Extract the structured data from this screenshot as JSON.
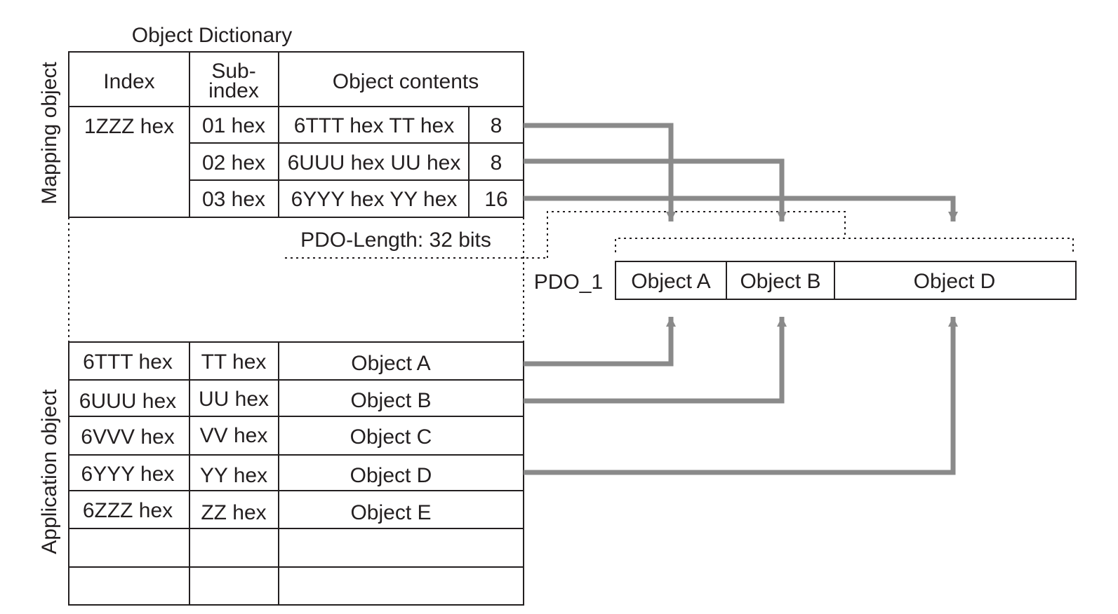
{
  "title": "Object Dictionary",
  "side_labels": {
    "mapping": "Mapping object",
    "application": "Application object"
  },
  "headers": {
    "index": "Index",
    "subindex_line1": "Sub-",
    "subindex_line2": "index",
    "contents": "Object contents"
  },
  "mapping": {
    "index": "1ZZZ hex",
    "rows": [
      {
        "sub": "01 hex",
        "content": "6TTT hex TT hex",
        "length": "8"
      },
      {
        "sub": "02 hex",
        "content": "6UUU hex UU hex",
        "length": "8"
      },
      {
        "sub": "03 hex",
        "content": "6YYY hex YY hex",
        "length": "16"
      }
    ]
  },
  "pdo_length": "PDO-Length: 32 bits",
  "application": {
    "rows": [
      {
        "index": "6TTT hex",
        "sub": "TT hex",
        "content": "Object A"
      },
      {
        "index": "6UUU hex",
        "sub": "UU hex",
        "content": "Object B"
      },
      {
        "index": "6VVV hex",
        "sub": "VV hex",
        "content": "Object C"
      },
      {
        "index": "6YYY hex",
        "sub": "YY hex",
        "content": "Object D"
      },
      {
        "index": "6ZZZ hex",
        "sub": "ZZ hex",
        "content": "Object E"
      },
      {
        "index": "",
        "sub": "",
        "content": ""
      },
      {
        "index": "",
        "sub": "",
        "content": ""
      }
    ]
  },
  "pdo": {
    "label": "PDO_1",
    "cells": [
      "Object A",
      "Object B",
      "Object D"
    ]
  },
  "colors": {
    "line": "#231f20",
    "arrow": "#8a8a8a"
  }
}
